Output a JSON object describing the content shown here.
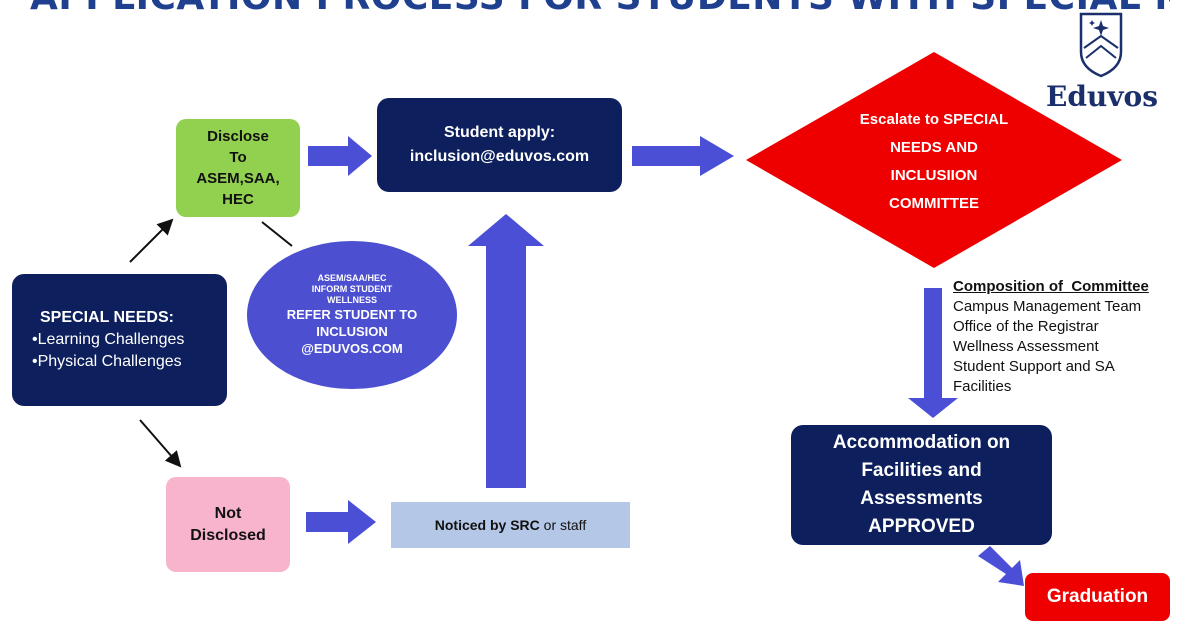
{
  "title": "APPLICATION PROCESS FOR STUDENTS WITH SPECIAL NEEDS",
  "logo": {
    "text": "Eduvos",
    "icon": "shield-crest-icon"
  },
  "nodes": {
    "special_needs": {
      "lines": [
        "SPECIAL NEEDS:",
        "•Learning Challenges",
        "•Physical Challenges"
      ]
    },
    "disclose": {
      "lines": [
        "Disclose",
        "To",
        "ASEM,SAA,",
        "HEC"
      ]
    },
    "not_disclosed": {
      "lines": [
        "Not",
        "Disclosed"
      ]
    },
    "inform": {
      "small_lines": [
        "ASEM/SAA/HEC",
        "INFORM STUDENT",
        "WELLNESS"
      ],
      "lines": [
        "REFER STUDENT TO",
        "INCLUSION",
        "@EDUVOS.COM"
      ]
    },
    "student_apply": {
      "lines": [
        "Student apply:",
        "inclusion@eduvos.com"
      ]
    },
    "noticed": {
      "bold": "Noticed by SRC",
      "rest": " or staff"
    },
    "escalate": {
      "lines": [
        "Escalate to SPECIAL",
        "NEEDS AND",
        "INCLUSIION",
        "COMMITTEE"
      ]
    },
    "accommodation": {
      "lines": [
        "Accommodation on",
        "Facilities and",
        "Assessments",
        "APPROVED"
      ]
    },
    "graduation": {
      "label": "Graduation"
    }
  },
  "committee": {
    "heading": "Composition of  Committee",
    "members": [
      "Campus Management Team",
      "Office of the Registrar",
      "Wellness Assessment",
      "Student Support and SA",
      "Facilities"
    ]
  },
  "colors": {
    "navy": "#0d1f5c",
    "green": "#92d050",
    "pink": "#f8b4cc",
    "purple": "#4b4fd0",
    "red": "#ee0000",
    "lightblue": "#b4c7e7",
    "arrow": "#4a4fd6",
    "title": "#1f3f8f"
  }
}
